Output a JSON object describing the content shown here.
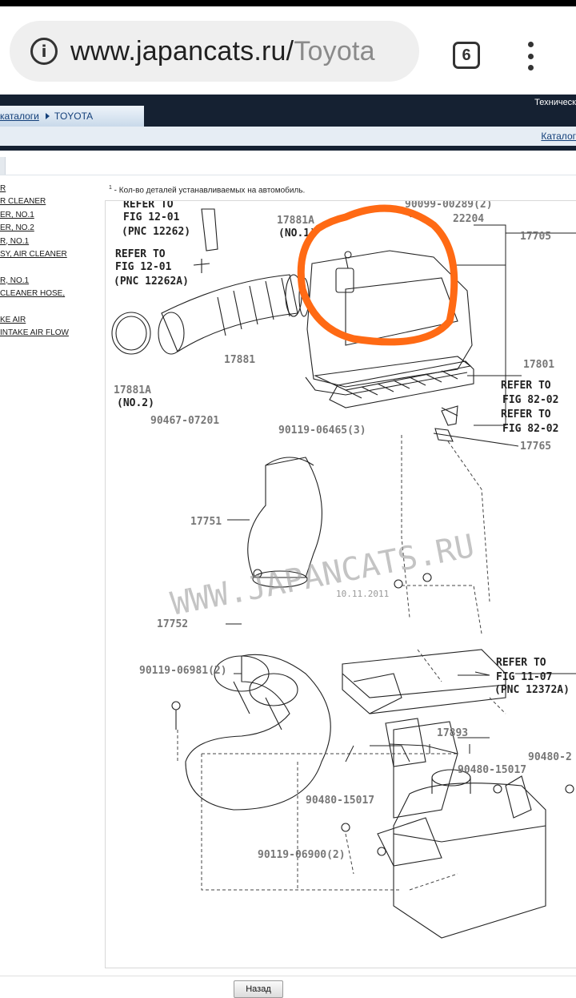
{
  "browser": {
    "url_host": "www.japancats.ru/",
    "url_path": "Toyota",
    "tab_count": "6"
  },
  "header": {
    "right_top_text": "Техническ",
    "breadcrumb_root": "каталоги",
    "breadcrumb_current": "TOYOTA",
    "catalog_link": "Каталог"
  },
  "sidebar": {
    "items": [
      "R",
      "R CLEANER",
      "ER, NO.1",
      "ER, NO.2",
      "R, NO.1",
      "SY, AIR CLEANER",
      "",
      "R, NO.1",
      "CLEANER HOSE,",
      "",
      "KE AIR",
      "INTAKE AIR FLOW"
    ]
  },
  "note": {
    "marker": "1",
    "text": " - Кол-во деталей устанавливаемых на автомобиль."
  },
  "diagram": {
    "watermark": "WWW.JAPANCATS.RU",
    "date_stamp": "10.11.2011",
    "labels": {
      "refer1_a": "REFER TO",
      "refer1_b": "FIG 12-01",
      "refer1_c": "(PNC 12262)",
      "refer2_a": "REFER TO",
      "refer2_b": "FIG 12-01",
      "refer2_c": "(PNC 12262A)",
      "p17881a_top": "17881A",
      "p17881a_top_no": "(NO.1)",
      "p90099": "90099-00289(2)",
      "p22204": "22204",
      "p17705": "17705",
      "p17881": "17881",
      "p17881a": "17881A",
      "p17881a_no": "(NO.2)",
      "p17801": "17801",
      "refer3_a": "REFER TO",
      "refer3_b": "FIG 82-02",
      "refer4_a": "REFER TO",
      "refer4_b": "FIG 82-02",
      "p17765": "17765",
      "p90467": "90467-07201",
      "p90119_06465": "90119-06465(3)",
      "p17751": "17751",
      "p17752": "17752",
      "p90119_06981": "90119-06981(2)",
      "refer5_a": "REFER TO",
      "refer5_b": "FIG 11-07",
      "refer5_c": "(PNC 12372A)",
      "p17893": "17893",
      "p90480_right": "90480-2",
      "p90480_15017a": "90480-15017",
      "p90480_15017b": "90480-15017",
      "p90119_06900": "90119-06900(2)"
    }
  },
  "footer": {
    "back_button": "Назад"
  },
  "colors": {
    "header_bg": "#152132",
    "link": "#14407a",
    "highlight_circle": "#ff6a14"
  }
}
